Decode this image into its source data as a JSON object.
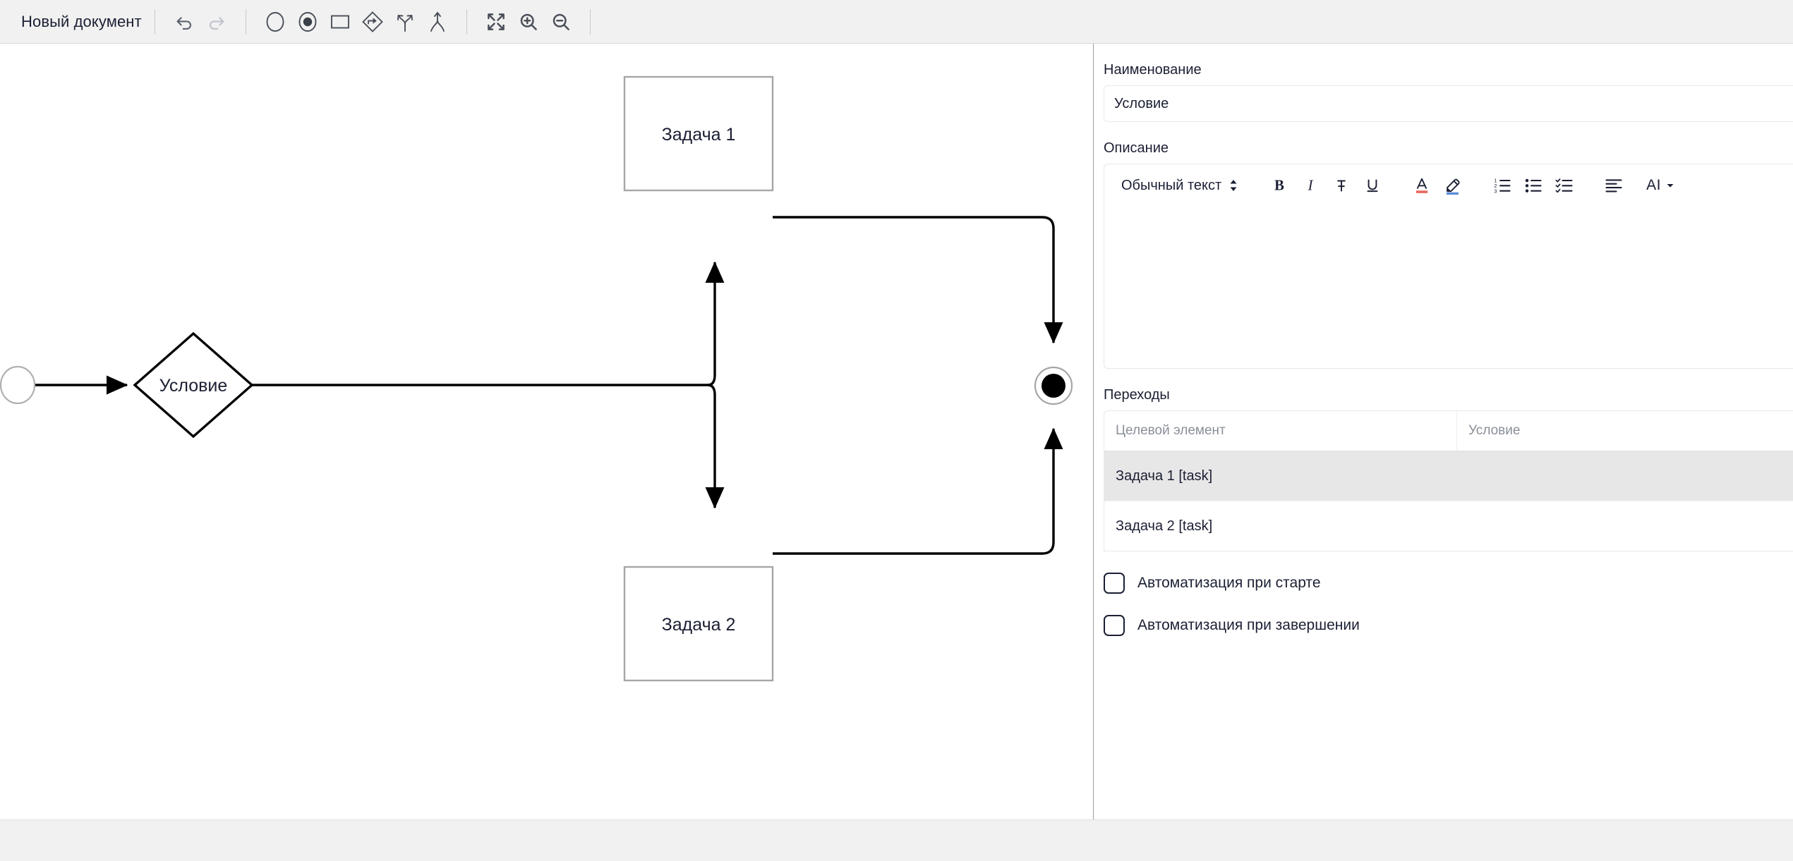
{
  "toolbar": {
    "document_title": "Новый документ",
    "buttons": [
      {
        "name": "undo-button",
        "icon": "undo-icon",
        "enabled": true
      },
      {
        "name": "redo-button",
        "icon": "redo-icon",
        "enabled": false
      },
      {
        "name": "add-start-node-button",
        "icon": "circle-outline-icon"
      },
      {
        "name": "add-end-node-button",
        "icon": "circle-filled-icon"
      },
      {
        "name": "add-task-node-button",
        "icon": "rectangle-icon"
      },
      {
        "name": "add-condition-node-button",
        "icon": "diamond-arrow-icon"
      },
      {
        "name": "add-split-button",
        "icon": "split-arrows-icon"
      },
      {
        "name": "add-merge-button",
        "icon": "merge-arrows-icon"
      },
      {
        "name": "fit-to-screen-button",
        "icon": "expand-arrows-icon"
      },
      {
        "name": "zoom-in-button",
        "icon": "zoom-in-icon"
      },
      {
        "name": "zoom-out-button",
        "icon": "zoom-out-icon"
      }
    ]
  },
  "diagram": {
    "nodes": [
      {
        "id": "start",
        "type": "start",
        "label": ""
      },
      {
        "id": "cond",
        "type": "condition",
        "label": "Условие"
      },
      {
        "id": "task1",
        "type": "task",
        "label": "Задача 1"
      },
      {
        "id": "task2",
        "type": "task",
        "label": "Задача 2"
      },
      {
        "id": "end",
        "type": "end",
        "label": ""
      }
    ],
    "edges": [
      {
        "from": "start",
        "to": "cond"
      },
      {
        "from": "cond",
        "to": "task1"
      },
      {
        "from": "cond",
        "to": "task2"
      },
      {
        "from": "task1",
        "to": "end"
      },
      {
        "from": "task2",
        "to": "end"
      }
    ],
    "colors": {
      "edge": "#000000",
      "node_border": "#a6a6a6",
      "condition_border": "#000000",
      "node_fill": "#ffffff",
      "end_fill": "#000000",
      "label": "#1b1f33"
    }
  },
  "panel": {
    "name_label": "Наименование",
    "name_value": "Условие",
    "description_label": "Описание",
    "editor": {
      "style_value": "Обычный текст",
      "buttons": [
        {
          "name": "bold-button",
          "icon": "bold-icon",
          "label": "B"
        },
        {
          "name": "italic-button",
          "icon": "italic-icon",
          "label": "I"
        },
        {
          "name": "strikethrough-button",
          "icon": "strikethrough-icon",
          "label": "S"
        },
        {
          "name": "underline-button",
          "icon": "underline-icon",
          "label": "U"
        },
        {
          "name": "text-color-button",
          "icon": "text-color-icon",
          "label": "A",
          "color": "#e8685d"
        },
        {
          "name": "highlight-button",
          "icon": "highlight-pen-icon",
          "label": "",
          "color": "#5b8dd9"
        },
        {
          "name": "ordered-list-button",
          "icon": "ordered-list-icon",
          "label": ""
        },
        {
          "name": "bullet-list-button",
          "icon": "bullet-list-icon",
          "label": ""
        },
        {
          "name": "check-list-button",
          "icon": "check-list-icon",
          "label": ""
        },
        {
          "name": "align-button",
          "icon": "align-left-icon",
          "label": ""
        }
      ],
      "ai_label": "AI",
      "content": ""
    },
    "transitions_label": "Переходы",
    "table": {
      "columns": [
        "Целевой элемент",
        "Условие"
      ],
      "rows": [
        {
          "target": "Задача 1 [task]",
          "condition": "",
          "selected": true
        },
        {
          "target": "Задача 2 [task]",
          "condition": "",
          "selected": false
        }
      ]
    },
    "checkboxes": [
      {
        "name": "automation-on-start-checkbox",
        "label": "Автоматизация при старте",
        "checked": false
      },
      {
        "name": "automation-on-finish-checkbox",
        "label": "Автоматизация при завершении",
        "checked": false
      }
    ]
  }
}
